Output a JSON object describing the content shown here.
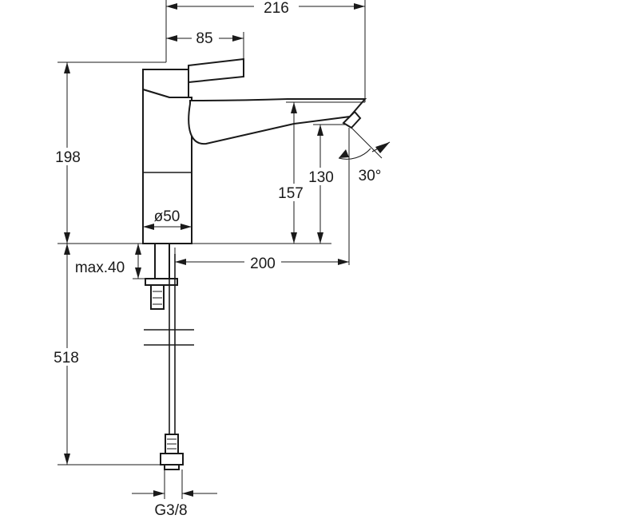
{
  "dimensions": {
    "total_reach": "216",
    "lever_length": "85",
    "overall_height": "198",
    "spout_height": "157",
    "outlet_height": "130",
    "spray_angle": "30°",
    "body_diameter": "ø50",
    "projection": "200",
    "deck_thickness": "max.40",
    "hose_length": "518",
    "connection_thread": "G3/8"
  }
}
